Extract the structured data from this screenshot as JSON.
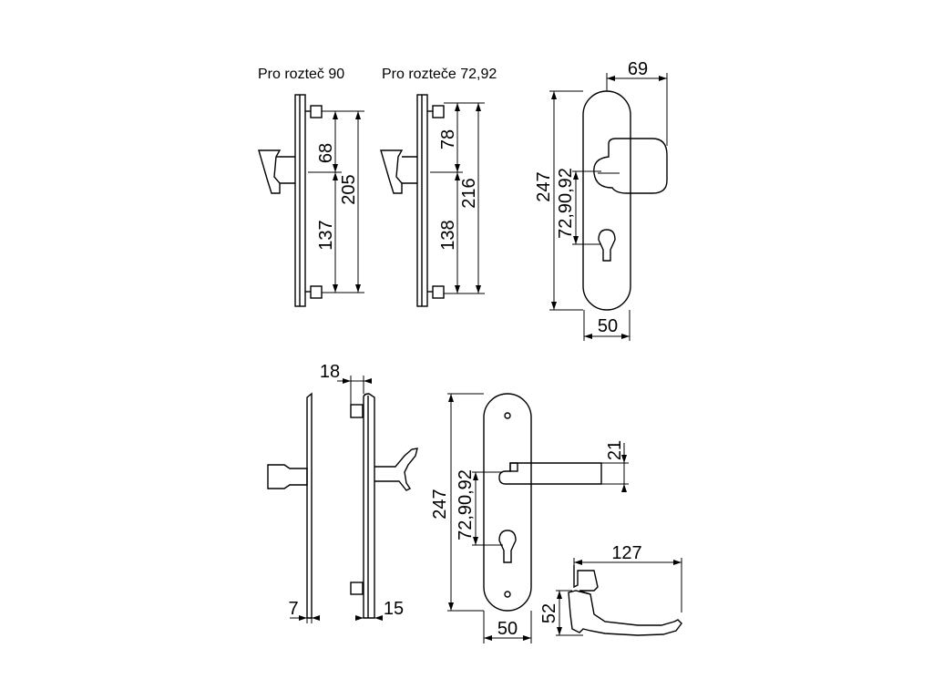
{
  "captions": {
    "spacing_90": "Pro rozteč 90",
    "spacing_72_92": "Pro rozteče 72,92"
  },
  "dimensions": {
    "top_side_90": {
      "upper": "68",
      "lower": "137",
      "total": "205"
    },
    "top_side_72_92": {
      "upper": "78",
      "lower": "138",
      "total": "216"
    },
    "top_front": {
      "knob_width": "69",
      "height": "247",
      "spacing": "72,90,92",
      "plate_width": "50"
    },
    "bottom_side": {
      "gap": "18",
      "outer_plate": "7",
      "inner_plate": "15"
    },
    "bottom_front": {
      "height": "247",
      "spacing": "72,90,92",
      "lever_offset": "21",
      "plate_width": "50"
    },
    "lever_detail": {
      "length": "127",
      "height": "52"
    }
  }
}
